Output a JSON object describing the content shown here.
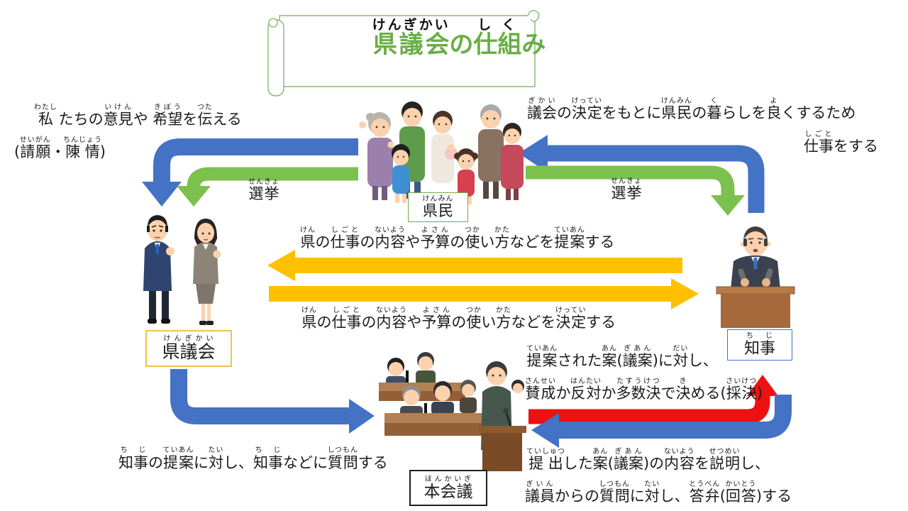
{
  "background": "#FFFFFF",
  "colors": {
    "arrow_blue": "#4472C4",
    "arrow_green": "#7CC14D",
    "arrow_yellow": "#FFC000",
    "arrow_red": "#EE1111",
    "title_green": "#6AAD46",
    "text_black": "#1B1B1B",
    "box_kenmin_border": "#70AD47",
    "box_kengikai_border": "#F0C24B",
    "box_chiji_border": "#4472C4",
    "box_honkaigi_border": "#1F1F1F",
    "scroll_border": "#8CBB76"
  },
  "title": {
    "segments": [
      [
        "県議会",
        "けんぎかい"
      ],
      [
        "の",
        ""
      ],
      [
        "仕組",
        "しく"
      ],
      [
        "み",
        ""
      ]
    ]
  },
  "labels": {
    "kenmin": {
      "segments": [
        [
          "県民",
          "けんみん"
        ]
      ]
    },
    "kengikai": {
      "segments": [
        [
          "県議会",
          "けんぎかい"
        ]
      ]
    },
    "chiji": {
      "segments": [
        [
          "知事",
          "ち じ"
        ]
      ]
    },
    "honkaigi": {
      "segments": [
        [
          "本会議",
          "ほんかいぎ"
        ]
      ]
    }
  },
  "annotations": {
    "opinion": {
      "segments": [
        [
          "私",
          "わたし"
        ],
        [
          " たちの",
          ""
        ],
        [
          "意見",
          "いけん"
        ],
        [
          "や ",
          ""
        ],
        [
          "希望",
          "きぼう"
        ],
        [
          "を",
          ""
        ],
        [
          "伝",
          "つた"
        ],
        [
          "える",
          ""
        ]
      ]
    },
    "seigan": {
      "segments": [
        [
          "(",
          ""
        ],
        [
          "請願",
          "せいがん"
        ],
        [
          "・",
          ""
        ],
        [
          "陳情",
          "ちんじょう"
        ],
        [
          ")",
          ""
        ]
      ]
    },
    "gikai_kettei": {
      "segments": [
        [
          "議会",
          "ぎかい"
        ],
        [
          "の",
          ""
        ],
        [
          "決定",
          "けってい"
        ],
        [
          "をもとに",
          ""
        ],
        [
          "県民",
          "けんみん"
        ],
        [
          "の",
          ""
        ],
        [
          "暮",
          "く"
        ],
        [
          "らしを",
          ""
        ],
        [
          "良",
          "よ"
        ],
        [
          "くするため",
          ""
        ]
      ]
    },
    "shigoto": {
      "segments": [
        [
          "仕事",
          "しごと"
        ],
        [
          "をする",
          ""
        ]
      ]
    },
    "senkyo": {
      "segments": [
        [
          "選挙",
          "せんきょ"
        ]
      ]
    },
    "teian": {
      "segments": [
        [
          "県",
          "けん"
        ],
        [
          "の",
          ""
        ],
        [
          "仕事",
          "しごと"
        ],
        [
          "の",
          ""
        ],
        [
          "内容",
          "ないよう"
        ],
        [
          "や",
          ""
        ],
        [
          "予算",
          "よさん"
        ],
        [
          "の",
          ""
        ],
        [
          "使",
          "つか"
        ],
        [
          "い",
          ""
        ],
        [
          "方",
          "かた"
        ],
        [
          "などを",
          ""
        ],
        [
          "提案",
          "ていあん"
        ],
        [
          "する",
          ""
        ]
      ]
    },
    "kettei": {
      "segments": [
        [
          "県",
          "けん"
        ],
        [
          "の",
          ""
        ],
        [
          "仕事",
          "しごと"
        ],
        [
          "の",
          ""
        ],
        [
          "内容",
          "ないよう"
        ],
        [
          "や",
          ""
        ],
        [
          "予算",
          "よさん"
        ],
        [
          "の",
          ""
        ],
        [
          "使",
          "つか"
        ],
        [
          "い",
          ""
        ],
        [
          "方",
          "かた"
        ],
        [
          "などを",
          ""
        ],
        [
          "決定",
          "けってい"
        ],
        [
          "する",
          ""
        ]
      ]
    },
    "shitsumon": {
      "segments": [
        [
          "知事",
          "ち じ"
        ],
        [
          "の",
          ""
        ],
        [
          "提案",
          "ていあん"
        ],
        [
          "に",
          ""
        ],
        [
          "対",
          "たい"
        ],
        [
          "し、",
          ""
        ],
        [
          "知事",
          "ち じ"
        ],
        [
          "などに",
          ""
        ],
        [
          "質問",
          "しつもん"
        ],
        [
          "する",
          ""
        ]
      ]
    },
    "saiketsu1": {
      "segments": [
        [
          "提案",
          "ていあん"
        ],
        [
          "された",
          ""
        ],
        [
          "案",
          "あん"
        ],
        [
          "(",
          ""
        ],
        [
          "議案",
          "ぎあん"
        ],
        [
          ")に",
          ""
        ],
        [
          "対",
          "だい"
        ],
        [
          "し、",
          ""
        ]
      ]
    },
    "saiketsu2": {
      "segments": [
        [
          "賛成",
          "さんせい"
        ],
        [
          "か",
          ""
        ],
        [
          "反対",
          "はんたい"
        ],
        [
          "か",
          ""
        ],
        [
          "多数決",
          "たすうけつ"
        ],
        [
          "で",
          ""
        ],
        [
          "決",
          "き"
        ],
        [
          "める(",
          ""
        ],
        [
          "採決",
          "さいけつ"
        ],
        [
          ")",
          ""
        ]
      ]
    },
    "setsumei1": {
      "segments": [
        [
          "提出",
          "ていしゅつ"
        ],
        [
          "した",
          ""
        ],
        [
          "案",
          "あん"
        ],
        [
          "(",
          ""
        ],
        [
          "議案",
          "ぎあん"
        ],
        [
          ")の",
          ""
        ],
        [
          "内容",
          "ないよう"
        ],
        [
          "を",
          ""
        ],
        [
          "説明",
          "せつめい"
        ],
        [
          "し、",
          ""
        ]
      ]
    },
    "setsumei2": {
      "segments": [
        [
          "議員",
          "ぎいん"
        ],
        [
          "からの",
          ""
        ],
        [
          "質問",
          "しつもん"
        ],
        [
          "に",
          ""
        ],
        [
          "対",
          "たい"
        ],
        [
          "し、",
          ""
        ],
        [
          "答弁",
          "とうべん"
        ],
        [
          "(",
          ""
        ],
        [
          "回答",
          "かいとう"
        ],
        [
          ")する",
          ""
        ]
      ]
    }
  },
  "illustrations": {
    "kenmin": "prefectural citizens family group",
    "kengikai": "two assembly members",
    "chiji": "governor at podium",
    "honkaigi": "plenary session of the assembly"
  }
}
